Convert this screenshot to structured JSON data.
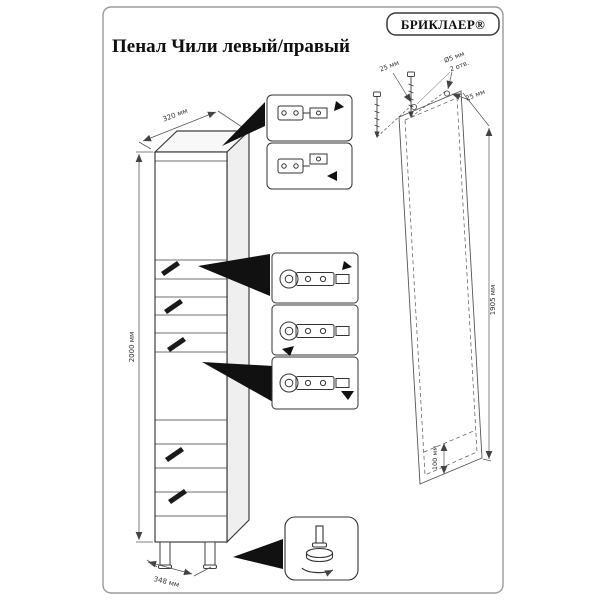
{
  "brand": {
    "label": "БРИКЛАЕР®"
  },
  "title": "Пенал Чили левый/правый",
  "dimensions": {
    "cabinet_width": "320 мм",
    "cabinet_height": "2000 мм",
    "cabinet_depth": "348 мм",
    "hole_top_offset": "25 мм",
    "hole_diameter": "Ø5 мм",
    "hole_count": "2 отв.",
    "hole_side_offset": "25 мм",
    "panel_height": "1905 мм",
    "panel_bottom_offset": "100 мм"
  },
  "colors": {
    "line": "#3f3f3f",
    "dimension": "#555555",
    "handle": "#1a1a1a",
    "callout_arrow": "#111111",
    "page_border": "#9a9a9a"
  },
  "icons": [
    "door-latch-top-icon",
    "door-latch-bottom-icon",
    "hinge-step-1-icon",
    "hinge-step-2-icon",
    "hinge-step-3-icon",
    "adjustable-foot-icon",
    "screw-icon",
    "drill-hole-icon",
    "callout-arrow-icon"
  ]
}
